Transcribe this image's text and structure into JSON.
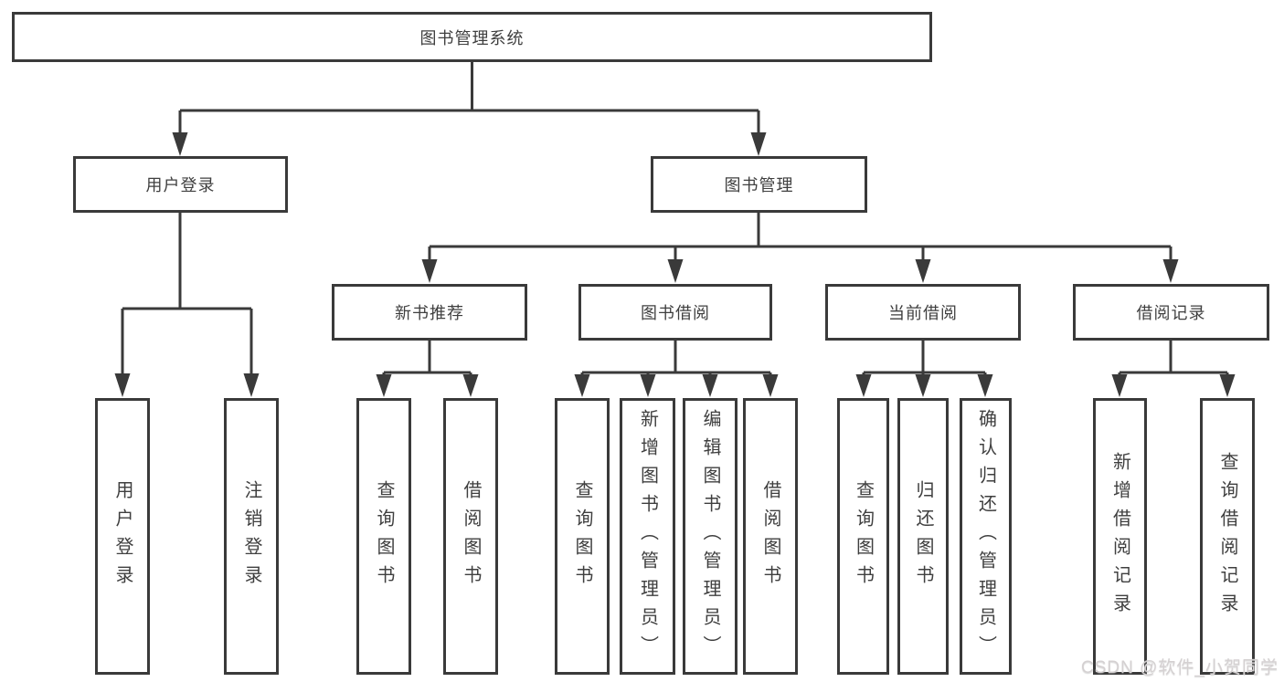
{
  "colors": {
    "line": "#3a3a3a",
    "box_border": "#3a3a3a",
    "text": "#3f3f3f",
    "background": "#ffffff",
    "watermark": "#d2cdcf"
  },
  "watermark": {
    "text": "CSDN @软件_小贺同学"
  },
  "tree": {
    "root": {
      "label": "图书管理系统"
    },
    "branches": [
      {
        "label": "用户登录",
        "children": [
          {
            "label": "用户登录"
          },
          {
            "label": "注销登录"
          }
        ]
      },
      {
        "label": "图书管理",
        "children": [
          {
            "label": "新书推荐",
            "children": [
              {
                "label": "查询图书"
              },
              {
                "label": "借阅图书"
              }
            ]
          },
          {
            "label": "图书借阅",
            "children": [
              {
                "label": "查询图书"
              },
              {
                "label": "新增图书（管理员）"
              },
              {
                "label": "编辑图书（管理员）"
              },
              {
                "label": "借阅图书"
              }
            ]
          },
          {
            "label": "当前借阅",
            "children": [
              {
                "label": "查询图书"
              },
              {
                "label": "归还图书"
              },
              {
                "label": "确认归还（管理员）"
              }
            ]
          },
          {
            "label": "借阅记录",
            "children": [
              {
                "label": "新增借阅记录"
              },
              {
                "label": "查询借阅记录"
              }
            ]
          }
        ]
      }
    ]
  }
}
